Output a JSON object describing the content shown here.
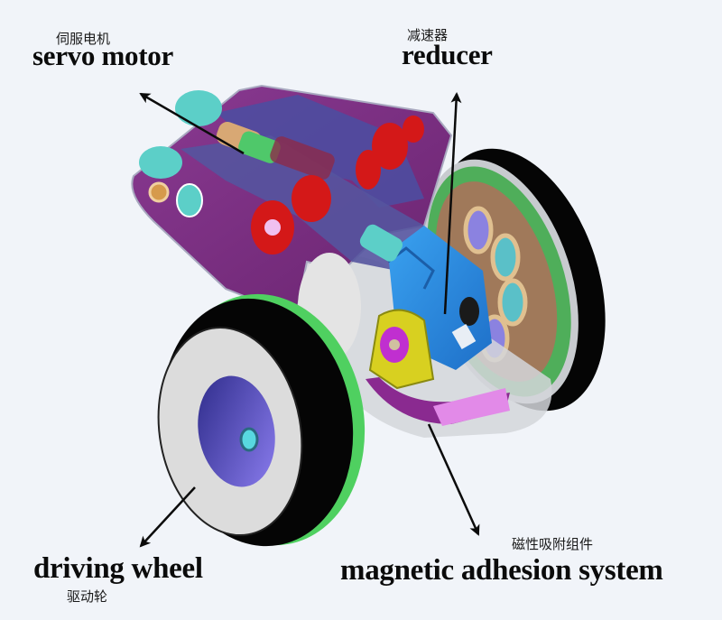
{
  "diagram": {
    "subject": "magnetic adhesion wall-climbing robot",
    "labels": [
      {
        "id": "servo_motor",
        "en": "servo motor",
        "zh": "伺服电机"
      },
      {
        "id": "reducer",
        "en": "reducer",
        "zh": "减速器"
      },
      {
        "id": "driving_wheel",
        "en": "driving wheel",
        "zh": "驱动轮"
      },
      {
        "id": "magnetic_adhesion_system",
        "en": "magnetic adhesion system",
        "zh": "磁性吸附组件"
      }
    ],
    "colors": {
      "background": "#f1f4f9",
      "frame_panel": "#7b2f82",
      "inner_plate": "#4a4a9a",
      "bearing_red": "#d41818",
      "reducer_blue": "#2b8be0",
      "tyre": "#050505",
      "rim_green": "#52b25a",
      "hub_grey": "#dcdcdc",
      "hub_inner": "#3b3a9e",
      "mount_yellow": "#d8d020",
      "flange_magenta": "#c02fd0",
      "magnet_pink": "#e28ae8"
    }
  }
}
